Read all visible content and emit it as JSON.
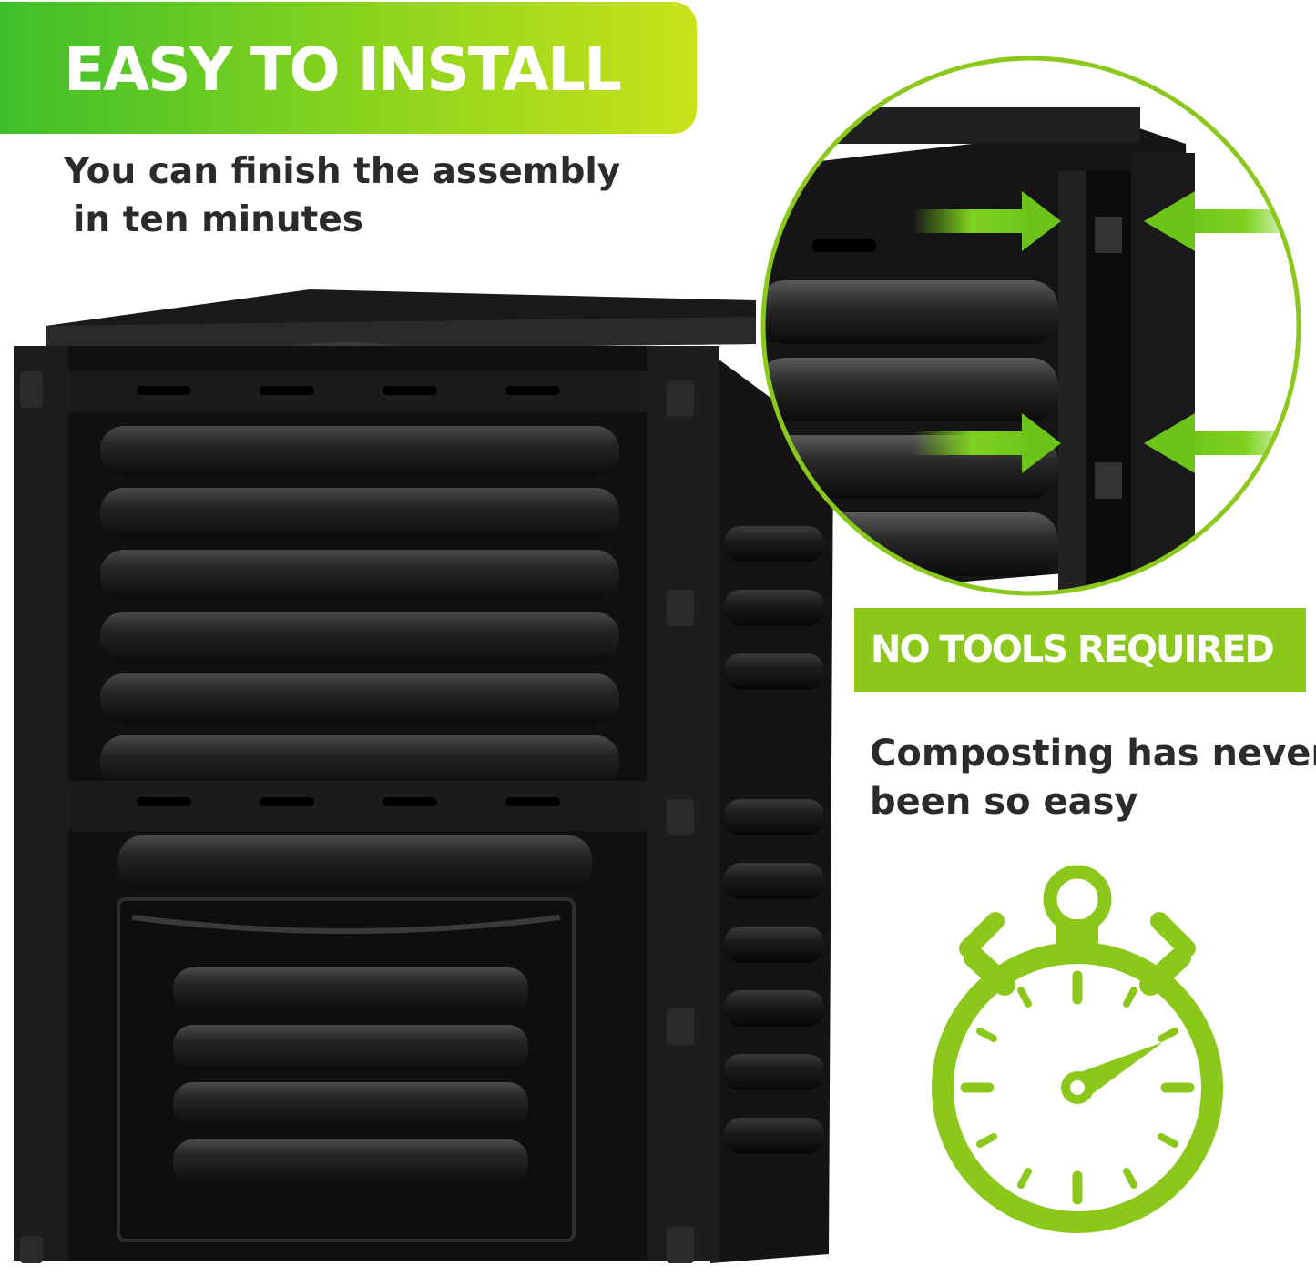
{
  "header": {
    "title": "EASY TO INSTALL",
    "subtitle_line1": "You can finish the assembly",
    "subtitle_line2": "in ten minutes"
  },
  "badge": {
    "label": "NO TOOLS REQUIRED"
  },
  "tagline": {
    "line1": "Composting has never",
    "line2": "been so easy"
  },
  "colors": {
    "accent_green": "#8cc81c",
    "banner_green_start": "#3fbf2a",
    "banner_green_end": "#c9e21a",
    "product_black": "#151515",
    "text_dark": "#2b2b2b"
  },
  "icons": [
    "stopwatch-icon",
    "arrow-right-icon",
    "arrow-left-icon"
  ]
}
